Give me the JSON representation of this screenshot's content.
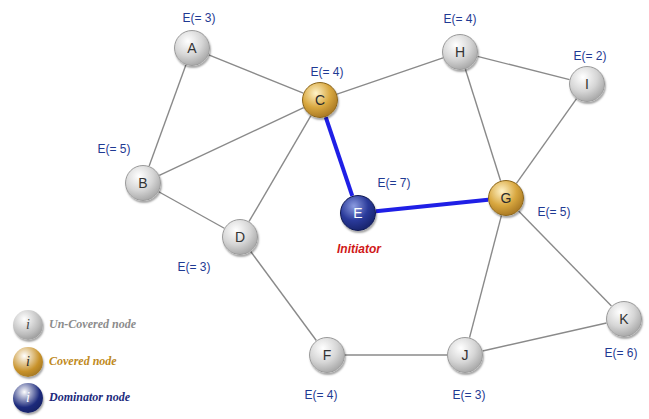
{
  "diagram": {
    "nodes": [
      {
        "text": [
          "A",
          "E(= 3)"
        ]
      },
      {
        "text": [
          "B",
          "E(= 5)"
        ]
      },
      {
        "text": [
          "C",
          "E(= 4)"
        ]
      },
      {
        "text": [
          "D",
          "E(= 3)"
        ]
      },
      {
        "text": [
          "E",
          "E(= 7)",
          "Initiator"
        ]
      },
      {
        "text": [
          "F",
          "E(= 4)"
        ]
      },
      {
        "text": [
          "G",
          "E(= 5)"
        ]
      },
      {
        "text": [
          "H",
          "E(= 4)"
        ]
      },
      {
        "text": [
          "I",
          "E(= 2)"
        ]
      },
      {
        "text": [
          "J",
          "E(= 3)"
        ]
      },
      {
        "text": [
          "K",
          "E(= 6)"
        ]
      }
    ],
    "edges": [
      {
        "from": 0,
        "to": 2,
        "arrow": "none"
      },
      {
        "from": 0,
        "to": 1,
        "arrow": "none"
      },
      {
        "from": 1,
        "to": 2,
        "arrow": "none"
      },
      {
        "from": 1,
        "to": 3,
        "arrow": "none"
      },
      {
        "from": 2,
        "to": 3,
        "arrow": "none"
      },
      {
        "from": 2,
        "to": 4,
        "arrow": "none"
      },
      {
        "from": 2,
        "to": 7,
        "arrow": "none"
      },
      {
        "from": 4,
        "to": 6,
        "arrow": "none"
      },
      {
        "from": 7,
        "to": 6,
        "arrow": "none"
      },
      {
        "from": 7,
        "to": 8,
        "arrow": "none"
      },
      {
        "from": 8,
        "to": 6,
        "arrow": "none"
      },
      {
        "from": 6,
        "to": 10,
        "arrow": "none"
      },
      {
        "from": 6,
        "to": 9,
        "arrow": "none"
      },
      {
        "from": 9,
        "to": 10,
        "arrow": "none"
      },
      {
        "from": 3,
        "to": 5,
        "arrow": "none"
      },
      {
        "from": 5,
        "to": 9,
        "arrow": "none"
      }
    ],
    "labels": [
      "i",
      "i",
      "i"
    ],
    "legend": [
      {
        "text": "Un-Covered node",
        "color": "#bdbdbd"
      },
      {
        "text": "Covered node",
        "color": "#c8922a"
      },
      {
        "text": "Dominator node",
        "color": "#1c2a7c"
      }
    ]
  }
}
